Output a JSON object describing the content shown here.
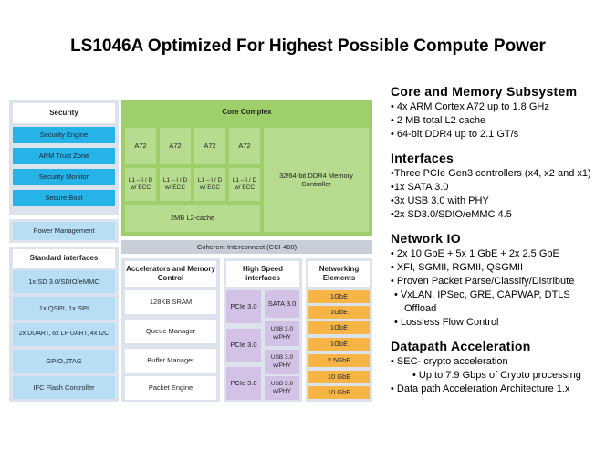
{
  "title": "LS1046A Optimized For Highest Possible Compute Power",
  "diagram": {
    "security": {
      "header": "Security",
      "items": [
        "Security Engine",
        "ARM Trust Zone",
        "Security Monitor",
        "Secure Boot"
      ]
    },
    "power": "Power Management",
    "standard": {
      "header": "Standard interfaces",
      "items": [
        "1x SD 3.0/SDIO/eMMC",
        "1x QSPI, 1x SPI",
        "2x DUART, 6x LP UART, 4x I2C",
        "GPIO,JTAG",
        "IFC Flash Controller"
      ]
    },
    "core_complex": {
      "header": "Core Complex",
      "cores": [
        "A72",
        "A72",
        "A72",
        "A72"
      ],
      "l1": "L1 – I / D w/ ECC",
      "l2": "2MB L2-cache",
      "mem": "32/64-bit DDR4 Memory Controller"
    },
    "interconnect": "Coherent Interconnect (CCI-400)",
    "accelerators": {
      "header": "Accelerators and Memory Control",
      "items": [
        "128KB SRAM",
        "Queue Manager",
        "Buffer Manager",
        "Packet Engine"
      ]
    },
    "highspeed": {
      "header": "High Speed interfaces",
      "pcie": [
        "PCIe 3.0",
        "PCIe 3.0",
        "PCIe 3.0"
      ],
      "right": [
        "SATA 3.0",
        "USB 3.0 w/PHY",
        "USB 3.0 w/PHY",
        "USB 3.0 w/PHY"
      ]
    },
    "networking": {
      "header": "Networking Elements",
      "items": [
        "1GbE",
        "1GbE",
        "1GbE",
        "1GbE",
        "2.5GbE",
        "10 GbE",
        "10 GbE"
      ]
    }
  },
  "sections": [
    {
      "title": "Core and Memory Subsystem",
      "bullets": [
        {
          "text": "• 4x ARM Cortex A72 up to 1.8 GHz",
          "indent": 0
        },
        {
          "text": "• 2 MB total L2 cache",
          "indent": 0
        },
        {
          "text": "• 64-bit DDR4 up to 2.1 GT/s",
          "indent": 0
        }
      ]
    },
    {
      "title": "Interfaces",
      "bullets": [
        {
          "text": "•Three PCIe Gen3 controllers (x4, x2 and x1)",
          "indent": 0
        },
        {
          "text": "•1x SATA 3.0",
          "indent": 0
        },
        {
          "text": "•3x USB 3.0 with PHY",
          "indent": 0
        },
        {
          "text": "•2x SD3.0/SDIO/eMMC 4.5",
          "indent": 0
        }
      ]
    },
    {
      "title": "Network IO",
      "bullets": [
        {
          "text": "• 2x 10 GbE + 5x 1 GbE + 2x 2.5 GbE",
          "indent": 0
        },
        {
          "text": "• XFI, SGMII, RGMII, QSGMII",
          "indent": 0
        },
        {
          "text": "• Proven Packet Parse/Classify/Distribute",
          "indent": 0
        },
        {
          "text": "• VxLAN, IPSec, GRE, CAPWAP, DTLS",
          "indent": 1
        },
        {
          "text": "Offload",
          "indent": 2
        },
        {
          "text": "• Lossless Flow Control",
          "indent": 1
        }
      ]
    },
    {
      "title": "Datapath Acceleration",
      "bullets": [
        {
          "text": "• SEC- crypto acceleration",
          "indent": 0
        },
        {
          "text": "• Up to 7.9 Gbps of Crypto processing",
          "indent": 3
        },
        {
          "text": "• Data path Acceleration Architecture 1.x",
          "indent": 0
        }
      ]
    }
  ]
}
